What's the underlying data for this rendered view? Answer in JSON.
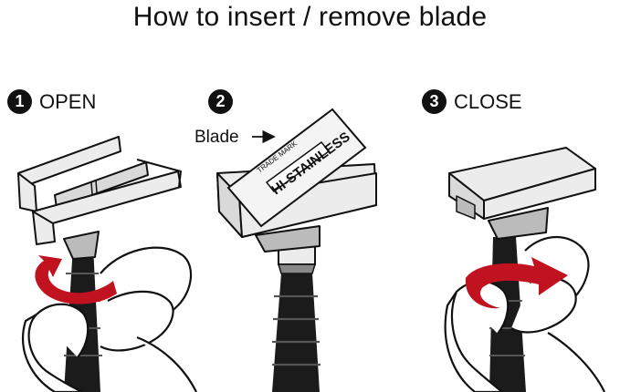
{
  "title": "How to insert / remove blade",
  "steps": [
    {
      "number": "1",
      "label": "OPEN"
    },
    {
      "number": "2",
      "label": ""
    },
    {
      "number": "3",
      "label": "CLOSE"
    }
  ],
  "blade_callout": "Blade",
  "blade_engraving": {
    "top": "TRADE MARK",
    "main": "HI-STAINLESS"
  },
  "colors": {
    "arrow": "#c1121f",
    "handle": "#1b1b1b",
    "line": "#111111",
    "metal": "#ececec"
  }
}
